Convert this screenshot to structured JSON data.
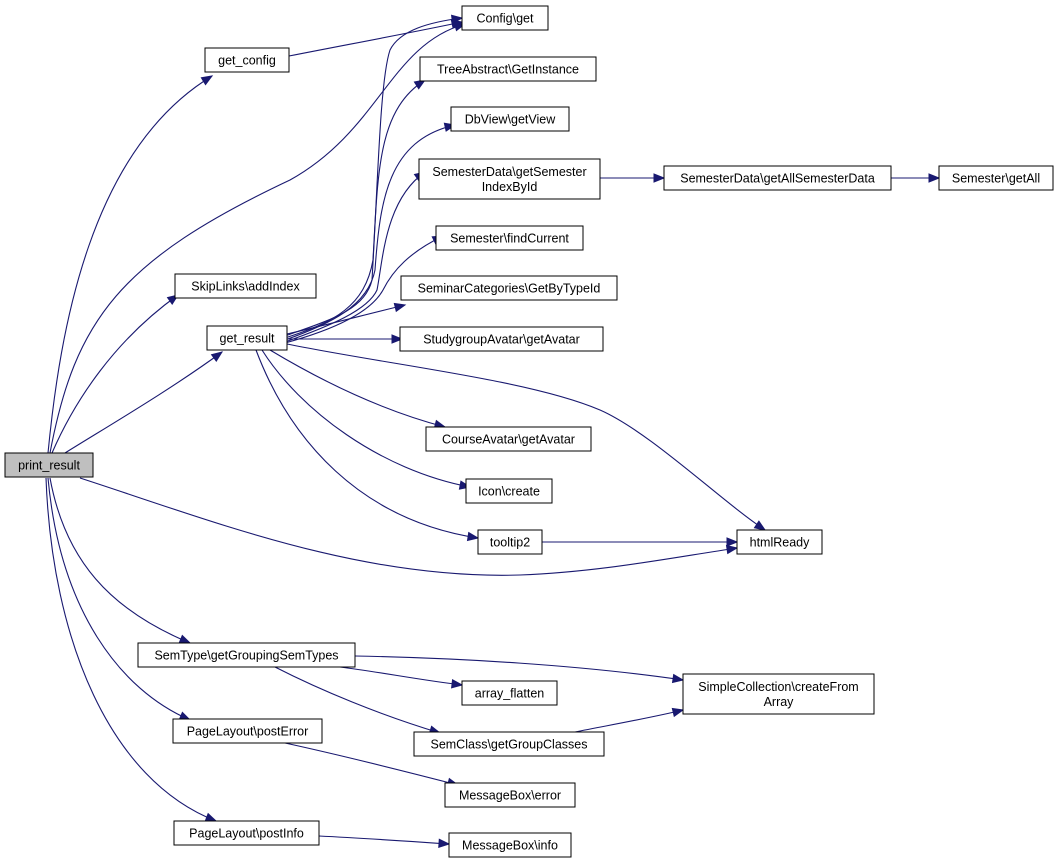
{
  "graph": {
    "arrow_color": "#191970",
    "root_fill": "#bfbfbf",
    "node_fill": "#ffffff",
    "nodes": [
      {
        "id": "print_result",
        "label": "print_result",
        "root": true
      },
      {
        "id": "get_config",
        "label": "get_config"
      },
      {
        "id": "config_get",
        "label": "Config\\get"
      },
      {
        "id": "skiplinks",
        "label": "SkipLinks\\addIndex"
      },
      {
        "id": "get_result",
        "label": "get_result"
      },
      {
        "id": "treeabstract",
        "label": "TreeAbstract\\GetInstance"
      },
      {
        "id": "dbview",
        "label": "DbView\\getView"
      },
      {
        "id": "semesterdata_index",
        "label": "SemesterData\\getSemester\nIndexById"
      },
      {
        "id": "semesterdata_all",
        "label": "SemesterData\\getAllSemesterData"
      },
      {
        "id": "semester_getall",
        "label": "Semester\\getAll"
      },
      {
        "id": "semester_findcurrent",
        "label": "Semester\\findCurrent"
      },
      {
        "id": "seminarcategories",
        "label": "SeminarCategories\\GetByTypeId"
      },
      {
        "id": "studygroupavatar",
        "label": "StudygroupAvatar\\getAvatar"
      },
      {
        "id": "courseavatar",
        "label": "CourseAvatar\\getAvatar"
      },
      {
        "id": "icon_create",
        "label": "Icon\\create"
      },
      {
        "id": "tooltip2",
        "label": "tooltip2"
      },
      {
        "id": "htmlready",
        "label": "htmlReady"
      },
      {
        "id": "semtype",
        "label": "SemType\\getGroupingSemTypes"
      },
      {
        "id": "array_flatten",
        "label": "array_flatten"
      },
      {
        "id": "simplecollection",
        "label": "SimpleCollection\\createFrom\nArray"
      },
      {
        "id": "semclass",
        "label": "SemClass\\getGroupClasses"
      },
      {
        "id": "pagelayout_error",
        "label": "PageLayout\\postError"
      },
      {
        "id": "messagebox_error",
        "label": "MessageBox\\error"
      },
      {
        "id": "pagelayout_info",
        "label": "PageLayout\\postInfo"
      },
      {
        "id": "messagebox_info",
        "label": "MessageBox\\info"
      }
    ],
    "edges": [
      [
        "print_result",
        "get_config"
      ],
      [
        "print_result",
        "config_get"
      ],
      [
        "print_result",
        "skiplinks"
      ],
      [
        "print_result",
        "get_result"
      ],
      [
        "print_result",
        "htmlready"
      ],
      [
        "print_result",
        "semtype"
      ],
      [
        "print_result",
        "pagelayout_error"
      ],
      [
        "print_result",
        "pagelayout_info"
      ],
      [
        "get_config",
        "config_get"
      ],
      [
        "get_result",
        "config_get"
      ],
      [
        "get_result",
        "treeabstract"
      ],
      [
        "get_result",
        "dbview"
      ],
      [
        "get_result",
        "semesterdata_index"
      ],
      [
        "get_result",
        "semester_findcurrent"
      ],
      [
        "get_result",
        "seminarcategories"
      ],
      [
        "get_result",
        "studygroupavatar"
      ],
      [
        "get_result",
        "courseavatar"
      ],
      [
        "get_result",
        "icon_create"
      ],
      [
        "get_result",
        "tooltip2"
      ],
      [
        "get_result",
        "htmlready"
      ],
      [
        "semesterdata_index",
        "semesterdata_all"
      ],
      [
        "semesterdata_all",
        "semester_getall"
      ],
      [
        "tooltip2",
        "htmlready"
      ],
      [
        "semtype",
        "array_flatten"
      ],
      [
        "semtype",
        "simplecollection"
      ],
      [
        "semtype",
        "semclass"
      ],
      [
        "semclass",
        "simplecollection"
      ],
      [
        "pagelayout_error",
        "messagebox_error"
      ],
      [
        "pagelayout_info",
        "messagebox_info"
      ]
    ]
  }
}
